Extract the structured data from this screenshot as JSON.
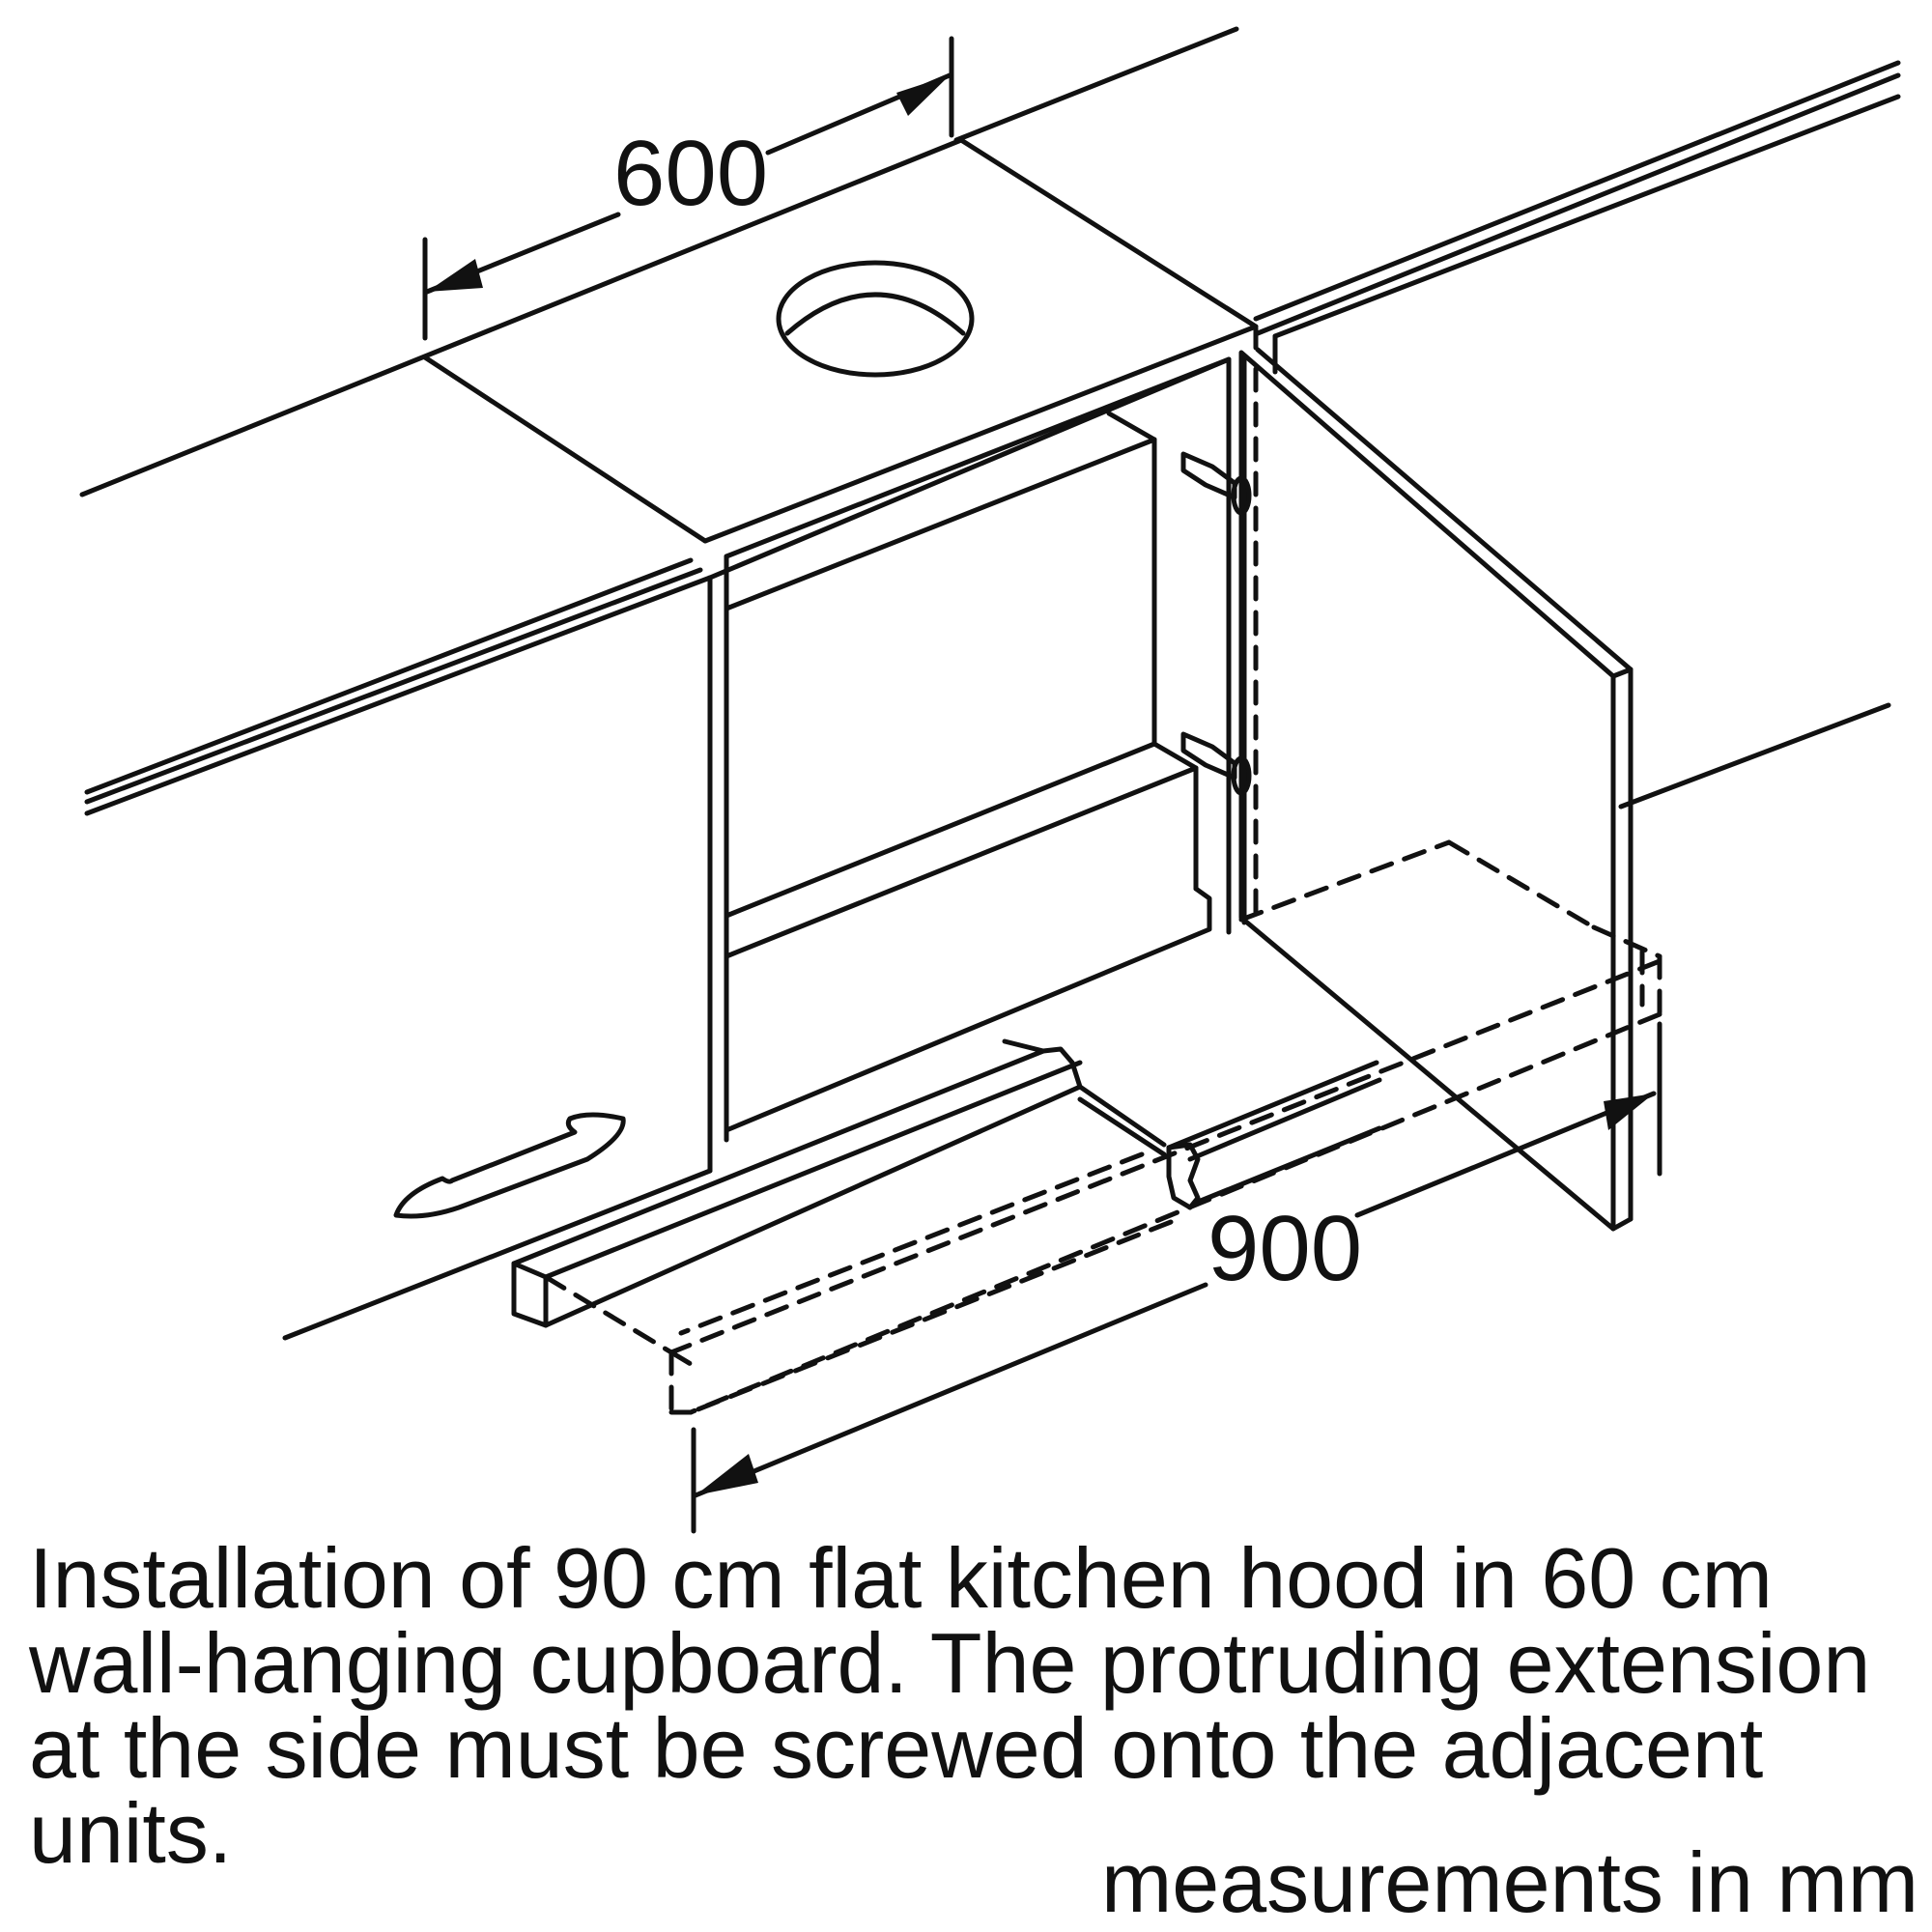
{
  "diagram": {
    "dimension_width": "600",
    "dimension_length": "900",
    "caption": "Installation of 90 cm flat kitchen hood in 60 cm wall-hanging cupboard. The protruding extension at the side must be screwed onto the adjacent units.",
    "units_note": "measurements in mm",
    "line_color": "#111111",
    "background_color": "#ffffff"
  }
}
